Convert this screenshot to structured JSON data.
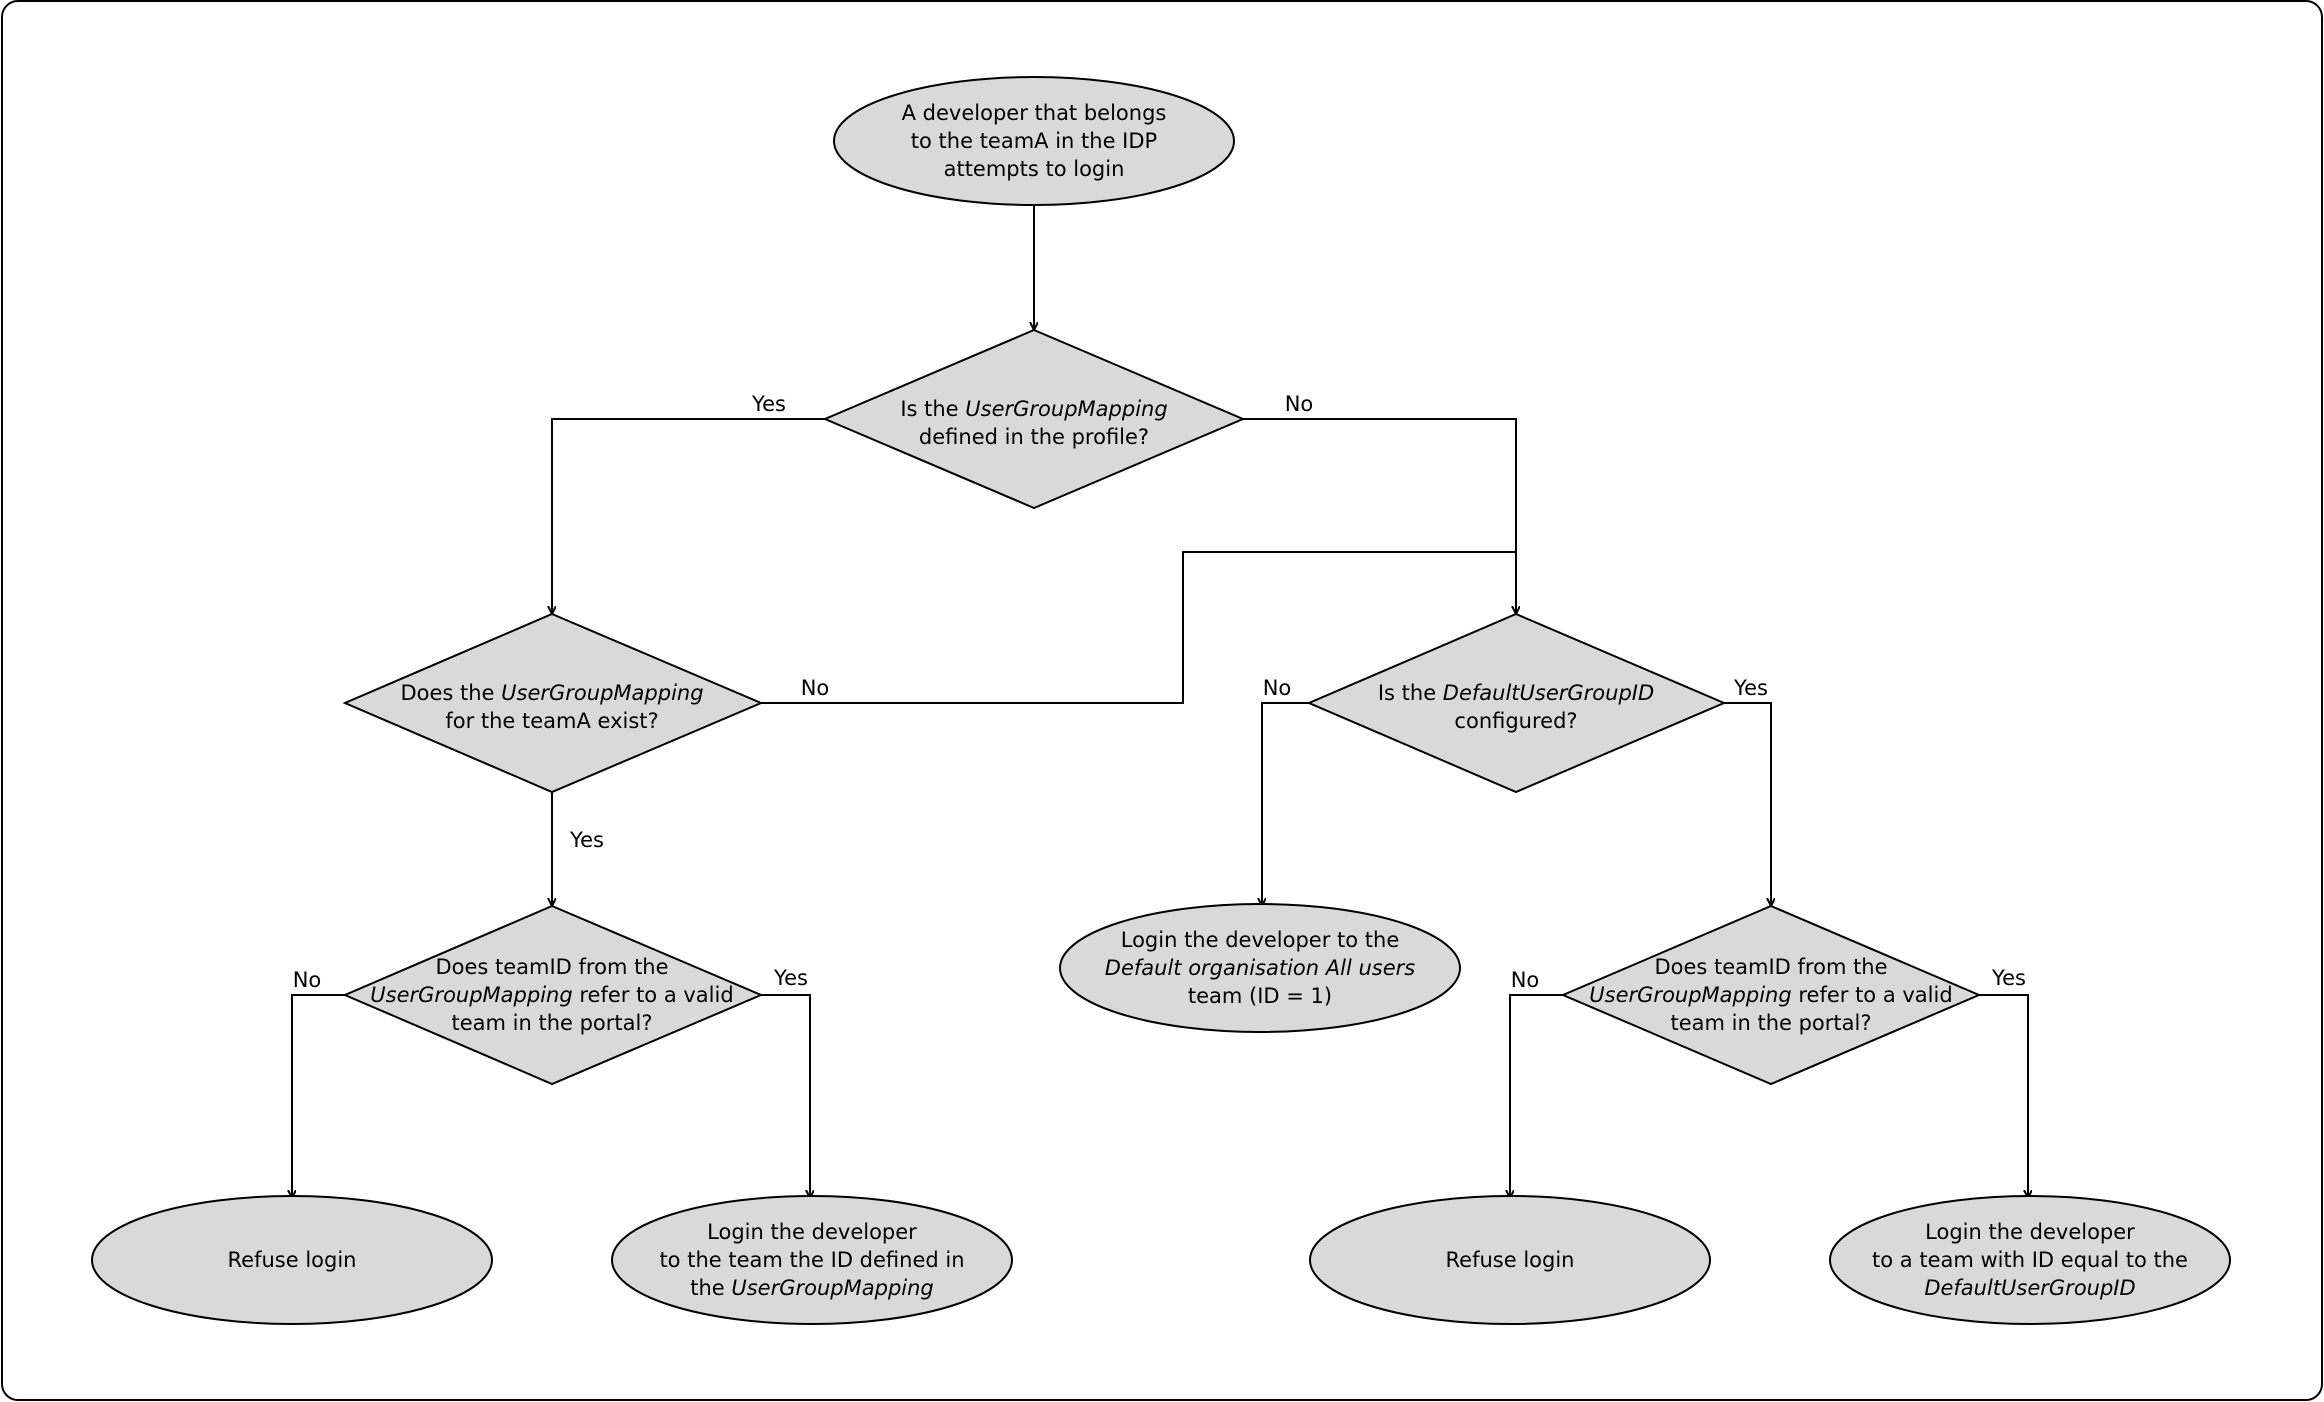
{
  "nodes": {
    "start": [
      [
        {
          "t": "A developer that belongs"
        }
      ],
      [
        {
          "t": "to the teamA in the IDP"
        }
      ],
      [
        {
          "t": "attempts to login"
        }
      ]
    ],
    "q_mapping_defined": [
      [
        {
          "t": "Is the "
        },
        {
          "t": "UserGroupMapping",
          "i": true
        }
      ],
      [
        {
          "t": "defined in the profile?"
        }
      ]
    ],
    "q_mapping_exists": [
      [
        {
          "t": "Does the "
        },
        {
          "t": "UserGroupMapping",
          "i": true
        }
      ],
      [
        {
          "t": "for the teamA exist?"
        }
      ]
    ],
    "q_default_configured": [
      [
        {
          "t": "Is the "
        },
        {
          "t": "DefaultUserGroupID",
          "i": true
        }
      ],
      [
        {
          "t": "configured?"
        }
      ]
    ],
    "q_valid_team_left": [
      [
        {
          "t": "Does teamID from the"
        }
      ],
      [
        {
          "t": "UserGroupMapping",
          "i": true
        },
        {
          "t": " refer to a valid"
        }
      ],
      [
        {
          "t": "team in the portal?"
        }
      ]
    ],
    "login_default_org": [
      [
        {
          "t": "Login the developer to the"
        }
      ],
      [
        {
          "t": "Default organisation All users",
          "i": true
        }
      ],
      [
        {
          "t": "team (ID = 1)"
        }
      ]
    ],
    "q_valid_team_right": [
      [
        {
          "t": "Does teamID from the"
        }
      ],
      [
        {
          "t": "UserGroupMapping",
          "i": true
        },
        {
          "t": " refer to a valid"
        }
      ],
      [
        {
          "t": "team in the portal?"
        }
      ]
    ],
    "refuse_left": [
      [
        {
          "t": "Refuse login"
        }
      ]
    ],
    "login_mapping_team": [
      [
        {
          "t": "Login the developer"
        }
      ],
      [
        {
          "t": "to the team the ID defined in"
        }
      ],
      [
        {
          "t": "the "
        },
        {
          "t": "UserGroupMapping",
          "i": true
        }
      ]
    ],
    "refuse_right": [
      [
        {
          "t": "Refuse login"
        }
      ]
    ],
    "login_default_group": [
      [
        {
          "t": "Login the developer"
        }
      ],
      [
        {
          "t": "to a team with ID equal to the"
        }
      ],
      [
        {
          "t": "DefaultUserGroupID",
          "i": true
        }
      ]
    ]
  },
  "edge_labels": {
    "mapping_defined_yes": "Yes",
    "mapping_defined_no": "No",
    "mapping_exists_no": "No",
    "mapping_exists_yes": "Yes",
    "default_configured_no": "No",
    "default_configured_yes": "Yes",
    "valid_left_no": "No",
    "valid_left_yes": "Yes",
    "valid_right_no": "No",
    "valid_right_yes": "Yes"
  },
  "colors": {
    "node_fill": "#d9d9d9",
    "stroke": "#000000",
    "background": "#ffffff"
  }
}
